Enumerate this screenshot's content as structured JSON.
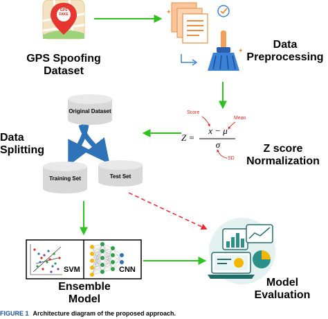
{
  "nodes": {
    "gps_dataset": "GPS Spoofing\nDataset",
    "gps_icon_text": "GPS\nFAKE",
    "data_preprocessing": "Data\nPreprocessing",
    "original_dataset": "Original Dataset",
    "training_set": "Training Set",
    "test_set": "Test Set",
    "data_splitting": "Data\nSplitting",
    "zscore_title": "Z score\nNormalization",
    "ensemble_model": "Ensemble\nModel",
    "svm": "SVM",
    "cnn": "CNN",
    "model_evaluation": "Model\nEvaluation"
  },
  "formula": {
    "lhs": "Z =",
    "numerator": "x − μ",
    "denominator": "σ",
    "score": "Score",
    "mean": "Mean",
    "sd": "SD"
  },
  "caption": {
    "label": "FIGURE 1",
    "text": "Architecture diagram of the proposed approach."
  },
  "colors": {
    "flow_arrow": "#2ec21f",
    "dashed_arrow": "#e8262b",
    "cylinder_grey": "#d8d8d8",
    "split_arrow": "#2e72b8",
    "doc_orange": "#f5a05a",
    "broom_blue": "#3b82d6",
    "caption_blue": "#1b4f9c"
  },
  "icons": [
    "gps-map-pin-icon",
    "documents-icon",
    "broom-icon",
    "bar-chart-icon",
    "pie-chart-icon",
    "line-chart-icon",
    "neural-network-icon",
    "scatter-plot-icon"
  ]
}
